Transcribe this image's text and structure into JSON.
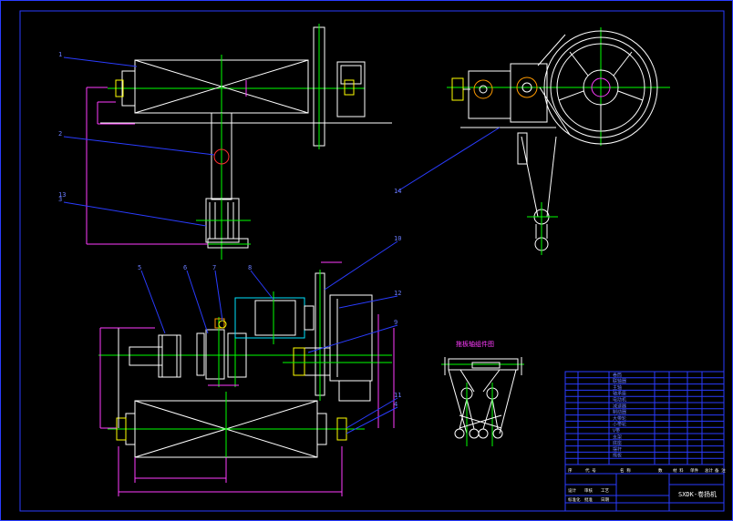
{
  "drawing": {
    "title_block_name": "SXDK-卷扬机",
    "detail_caption": "拖板轴组件图",
    "accent_colors": {
      "background": "#000000",
      "frame": "#2a3cff",
      "outline": "#ffffff",
      "centerline": "#00ff00",
      "leader": "#2a3cff",
      "hidden": "#00e5ff",
      "dimension": "#ff3cff"
    }
  },
  "callouts": [
    {
      "id": "c1",
      "text": "1"
    },
    {
      "id": "c2",
      "text": "2"
    },
    {
      "id": "c3",
      "text": "3"
    },
    {
      "id": "c13",
      "text": "13"
    },
    {
      "id": "c14",
      "text": "14"
    },
    {
      "id": "c5",
      "text": "5"
    },
    {
      "id": "c6",
      "text": "6"
    },
    {
      "id": "c7",
      "text": "7"
    },
    {
      "id": "c8",
      "text": "8"
    },
    {
      "id": "c10",
      "text": "10"
    },
    {
      "id": "c12",
      "text": "12"
    },
    {
      "id": "c9",
      "text": "9"
    },
    {
      "id": "c11",
      "text": "11"
    },
    {
      "id": "c4",
      "text": "4"
    }
  ],
  "title_block": {
    "parts_rows": [
      "卷筒",
      "联轴器",
      "主轴",
      "轴承座",
      "电动机",
      "减速器",
      "制动器",
      "大带轮",
      "小带轮",
      "V带",
      "支架",
      "底座",
      "摆杆",
      "拖板"
    ],
    "header_cells": [
      "序",
      "代 号",
      "名 称",
      "数",
      "材 料",
      "单件",
      "总计",
      "备 注"
    ],
    "info_cells": [
      "设计",
      "审核",
      "工艺",
      "标准化",
      "批准",
      "日期"
    ]
  }
}
